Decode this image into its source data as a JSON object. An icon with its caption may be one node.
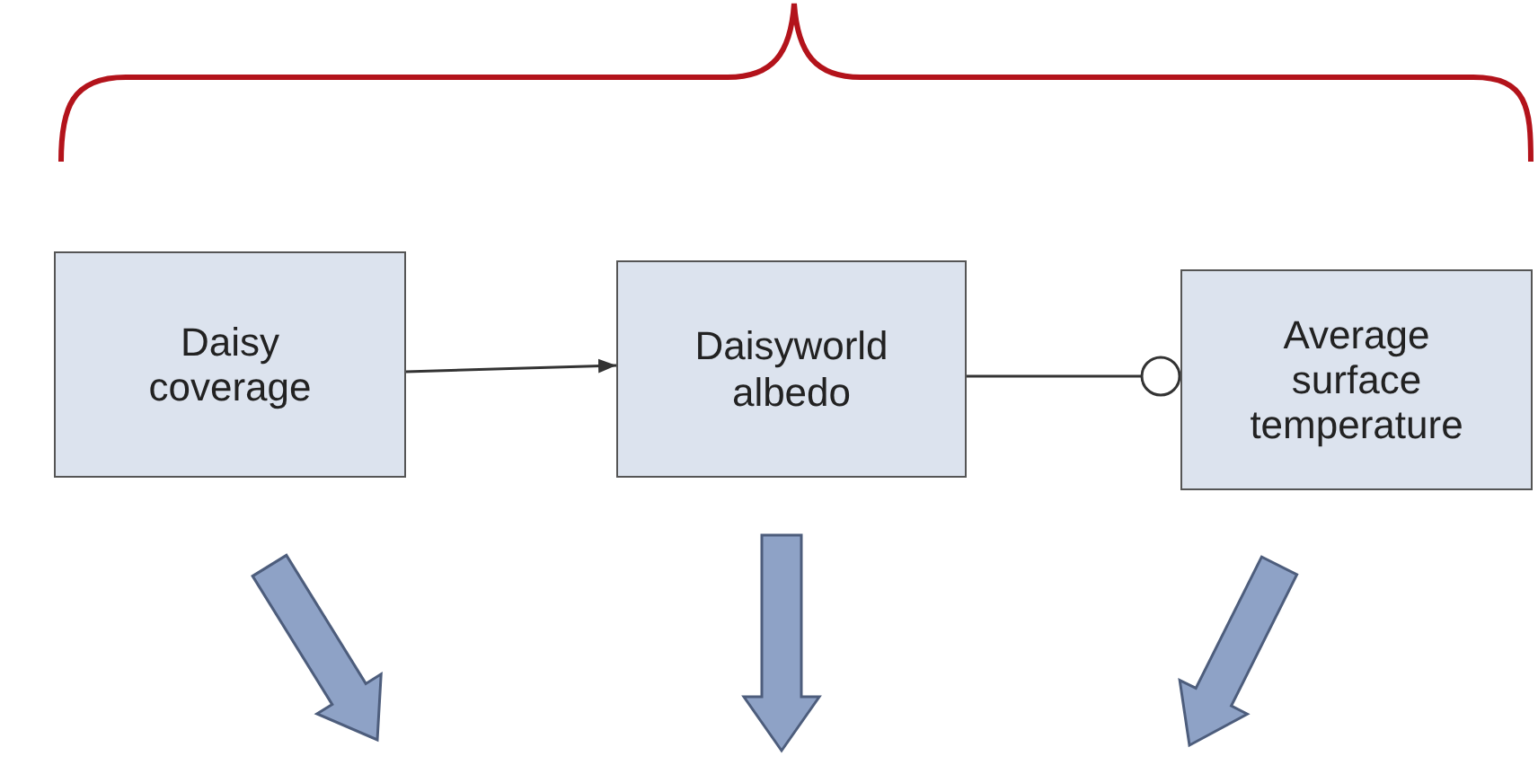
{
  "diagram": {
    "nodes": [
      {
        "text": [
          "Daisy coverage"
        ]
      },
      {
        "text": [
          "Daisyworld albedo"
        ]
      },
      {
        "text": [
          "Average surface temperature"
        ]
      }
    ],
    "edges": [
      {
        "from": 0,
        "to": 1,
        "arrow": "to"
      },
      {
        "from": 1,
        "to": 2,
        "arrow": "other"
      }
    ]
  }
}
